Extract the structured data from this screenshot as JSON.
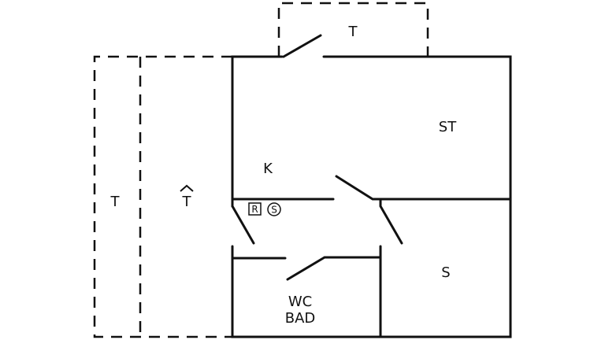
{
  "floor_plan": {
    "rooms": {
      "terrace_top": "T",
      "living_room": "ST",
      "kitchen": "K",
      "terrace_left": "T",
      "covered_terrace": "T",
      "bedroom": "S",
      "bathroom_line1": "WC",
      "bathroom_line2": "BAD"
    },
    "symbols": {
      "boxed": "R",
      "circled": "S"
    }
  }
}
